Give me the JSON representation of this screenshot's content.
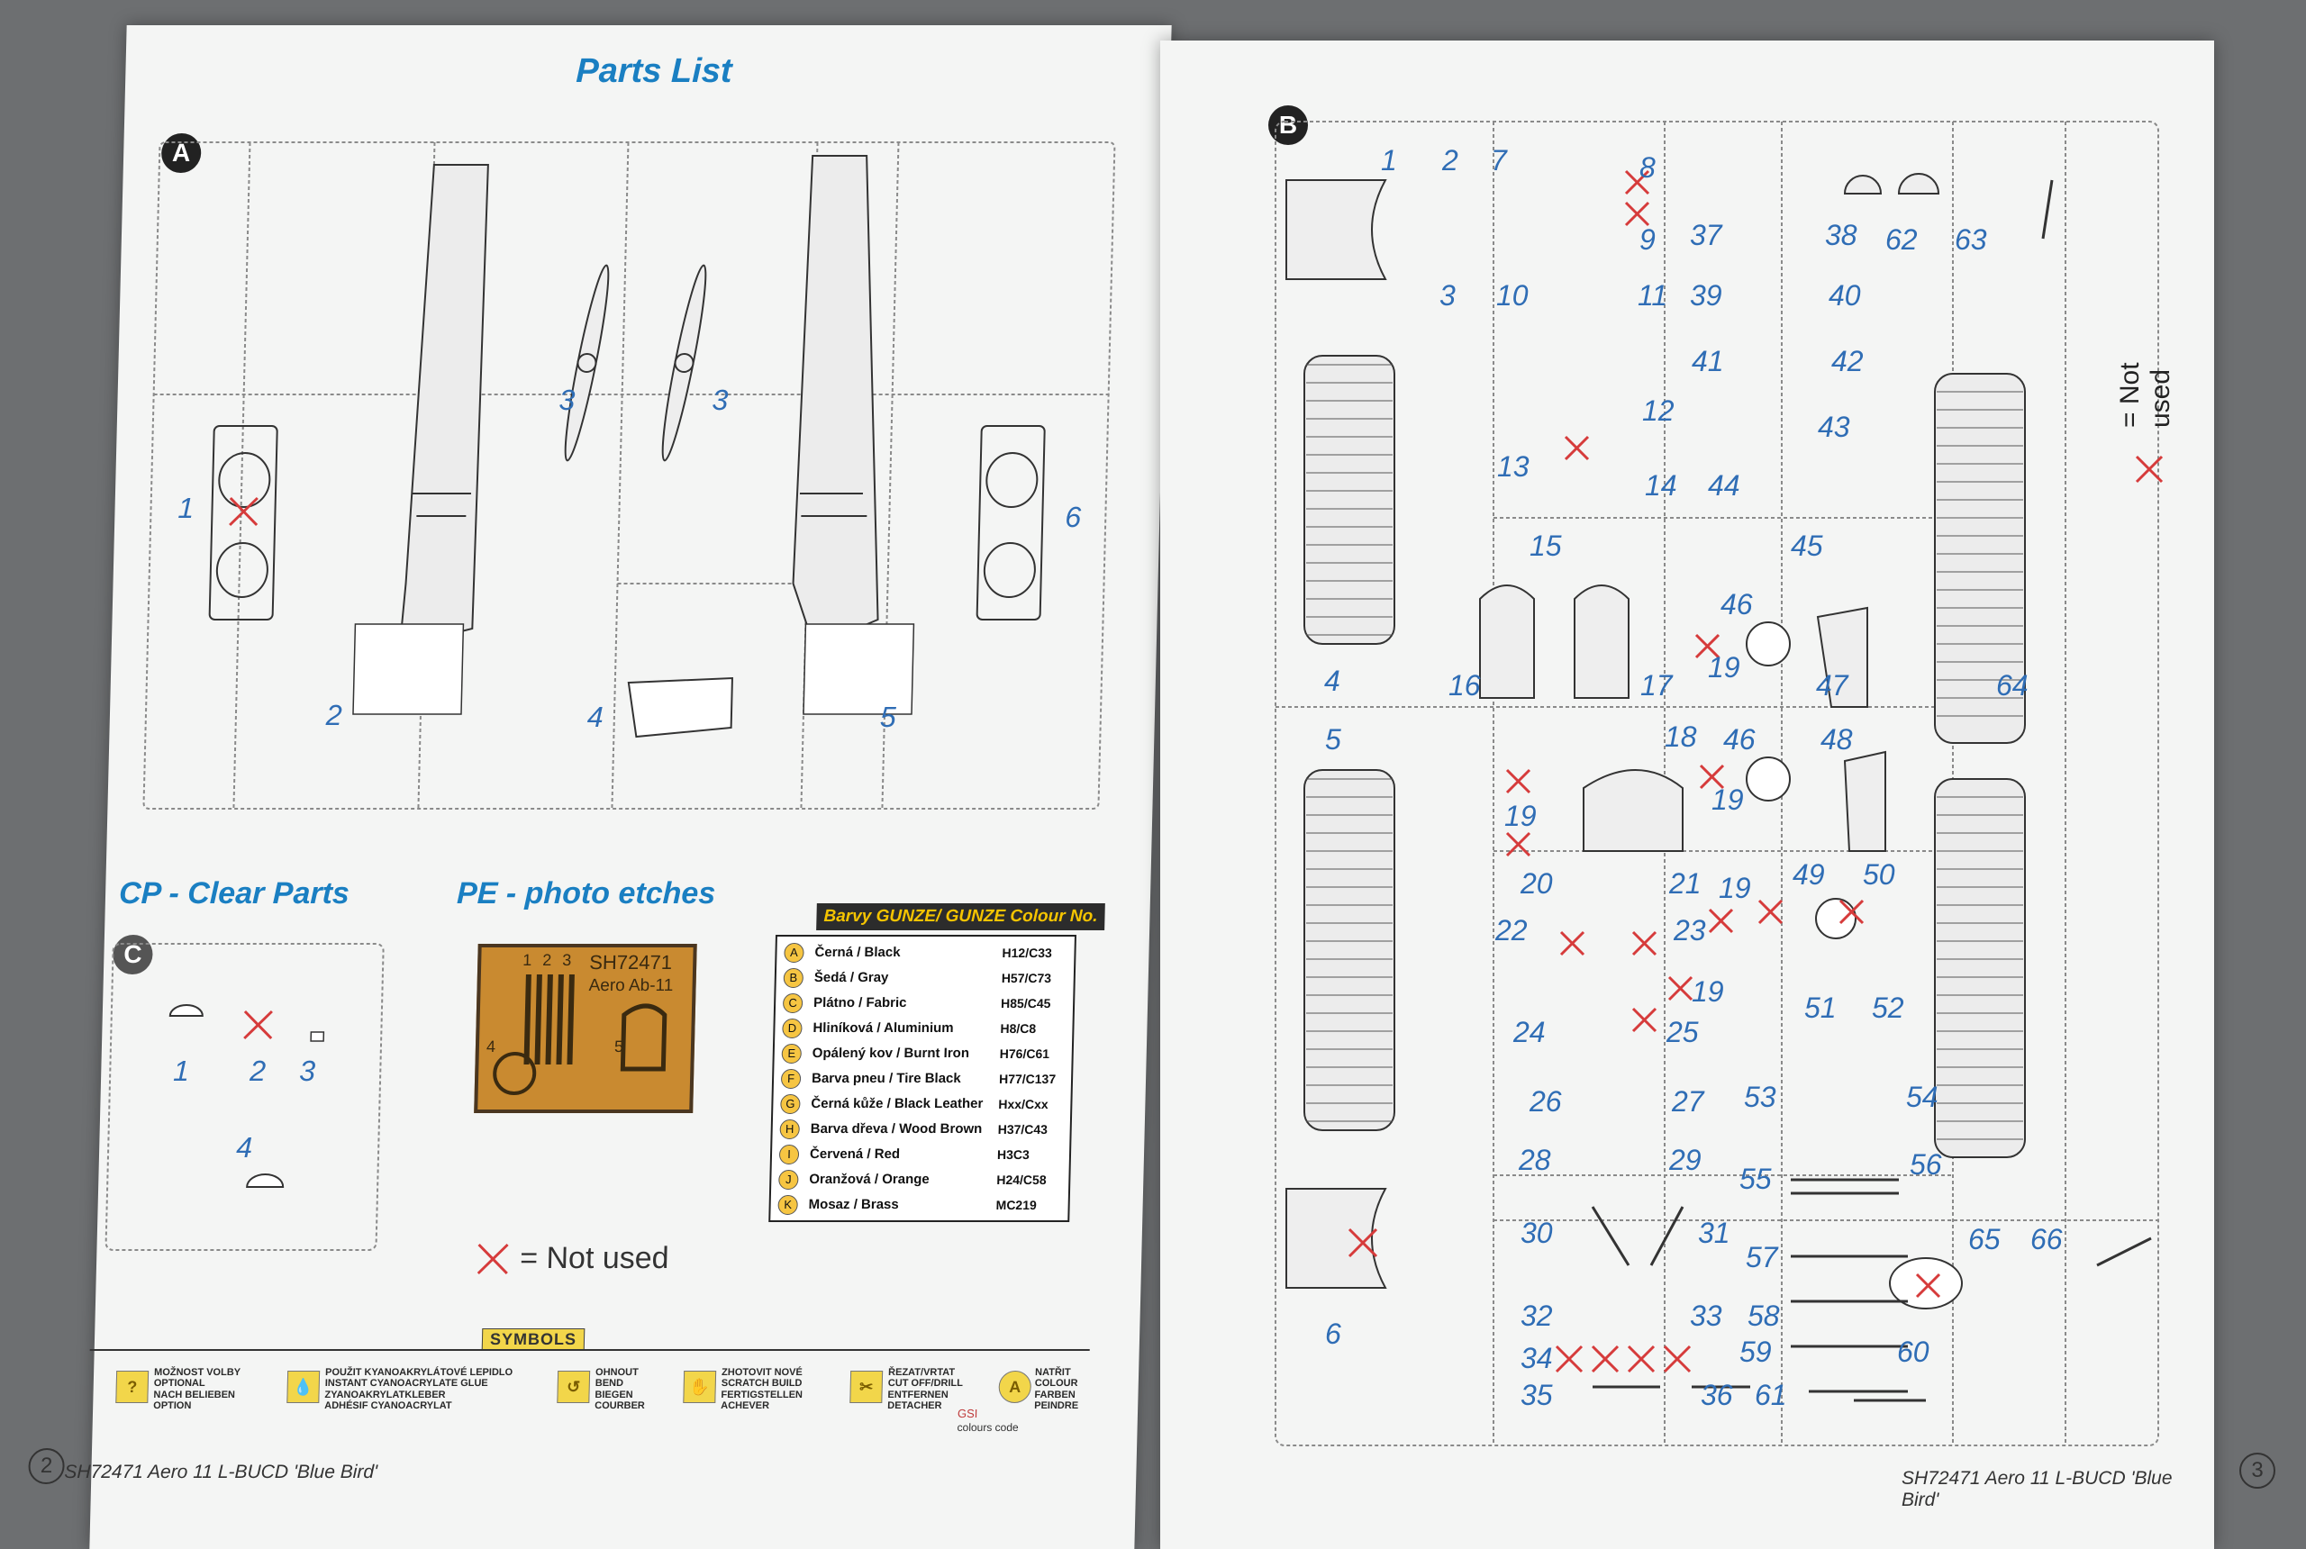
{
  "left_page": {
    "title": "Parts List",
    "sprue_a_badge": "A",
    "sprue_a_numbers": [
      "1",
      "2",
      "3",
      "3",
      "4",
      "5",
      "6"
    ],
    "clear_parts_title": "CP - Clear Parts",
    "clear_badge": "C",
    "clear_numbers": [
      "1",
      "2",
      "3",
      "4"
    ],
    "pe_title": "PE - photo etches",
    "pe_fret_code": "SH72471",
    "pe_fret_name": "Aero Ab-11",
    "pe_fret_nums": [
      "1",
      "2",
      "3",
      "4",
      "5"
    ],
    "not_used_label": "= Not used",
    "gunze_header": "Barvy GUNZE/ GUNZE Colour No.",
    "colours": [
      {
        "letter": "A",
        "name": "Černá / Black",
        "code": "H12/C33"
      },
      {
        "letter": "B",
        "name": "Šedá / Gray",
        "code": "H57/C73"
      },
      {
        "letter": "C",
        "name": "Plátno / Fabric",
        "code": "H85/C45"
      },
      {
        "letter": "D",
        "name": "Hliníková / Aluminium",
        "code": "H8/C8"
      },
      {
        "letter": "E",
        "name": "Opálený kov / Burnt Iron",
        "code": "H76/C61"
      },
      {
        "letter": "F",
        "name": "Barva pneu / Tire Black",
        "code": "H77/C137"
      },
      {
        "letter": "G",
        "name": "Černá kůže / Black Leather",
        "code": "Hxx/Cxx"
      },
      {
        "letter": "H",
        "name": "Barva dřeva / Wood Brown",
        "code": "H37/C43"
      },
      {
        "letter": "I",
        "name": "Červená / Red",
        "code": "H3C3"
      },
      {
        "letter": "J",
        "name": "Oranžová / Orange",
        "code": "H24/C58"
      },
      {
        "letter": "K",
        "name": "Mosaz / Brass",
        "code": "MC219"
      }
    ],
    "symbols_header": "SYMBOLS",
    "symbols": [
      {
        "icon": "?",
        "text": "MOŽNOST VOLBY\nOPTIONAL\nNACH BELIEBEN\nOPTION"
      },
      {
        "icon": "💧",
        "text": "POUŽIT KYANOAKRYLÁTOVÉ LEPIDLO\nINSTANT CYANOACRYLATE GLUE\nZYANOAKRYLATKLEBER\nADHÉSIF CYANOACRYLAT"
      },
      {
        "icon": "↺",
        "text": "OHNOUT\nBEND\nBIEGEN\nCOURBER"
      },
      {
        "icon": "✋",
        "text": "ZHOTOVIT NOVÉ\nSCRATCH BUILD\nFERTIGSTELLEN\nACHEVER"
      },
      {
        "icon": "✂",
        "text": "ŘEZAT/VRTAT\nCUT OFF/DRILL\nENTFERNEN\nDETACHER"
      },
      {
        "icon": "A",
        "text": "NATŘIT\nCOLOUR\nFARBEN\nPEINDRE"
      }
    ],
    "gsi_label": "GSI",
    "colours_code_label": "colours code",
    "page_number": "2",
    "footer": "SH72471 Aero 11 L-BUCD 'Blue Bird'"
  },
  "right_page": {
    "sprue_b_badge": "B",
    "sprue_b_numbers": [
      "1",
      "2",
      "7",
      "8",
      "9",
      "37",
      "38",
      "62",
      "63",
      "3",
      "10",
      "11",
      "39",
      "40",
      "41",
      "42",
      "12",
      "43",
      "13",
      "14",
      "44",
      "15",
      "45",
      "46",
      "19",
      "4",
      "16",
      "17",
      "47",
      "64",
      "18",
      "46",
      "48",
      "19",
      "5",
      "19",
      "20",
      "21",
      "19",
      "49",
      "50",
      "22",
      "23",
      "19",
      "24",
      "25",
      "51",
      "52",
      "54",
      "26",
      "27",
      "53",
      "28",
      "29",
      "55",
      "56",
      "30",
      "31",
      "57",
      "65",
      "66",
      "32",
      "33",
      "58",
      "6",
      "34",
      "59",
      "60",
      "35",
      "36",
      "61"
    ],
    "not_used_label": "= Not used",
    "page_number": "3",
    "footer": "SH72471 Aero 11 L-BUCD 'Blue Bird'"
  },
  "colors": {
    "background": "#6d6f71",
    "paper": "#f4f5f4",
    "title_blue": "#1a7fc2",
    "number_blue": "#2f6db5",
    "cross_red": "#d63b3b",
    "gunze_yellow": "#f5c400",
    "pe_copper": "#c98a30"
  }
}
